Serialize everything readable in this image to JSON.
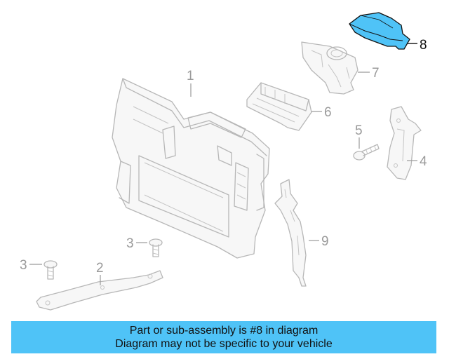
{
  "diagram": {
    "accent_color": "#4fc3f7",
    "highlight_fill": "#4fc3f7",
    "callouts": {
      "c1": "1",
      "c2": "2",
      "c3a": "3",
      "c3b": "3",
      "c4": "4",
      "c5": "5",
      "c6": "6",
      "c7": "7",
      "c8": "8",
      "c9": "9"
    },
    "highlighted_part": "8"
  },
  "banner": {
    "line1": "Part or sub-assembly is #8 in diagram",
    "line2": "Diagram may not be specific to your vehicle"
  }
}
